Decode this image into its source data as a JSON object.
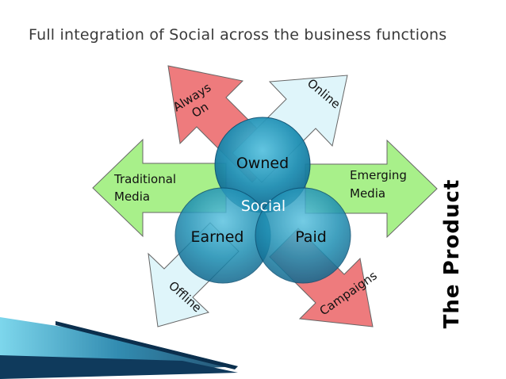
{
  "title": "Full integration of Social across the business functions",
  "arrows": {
    "always_on": [
      "Always",
      "On"
    ],
    "online": "Online",
    "traditional_media": [
      "Traditional",
      "Media"
    ],
    "emerging_media": [
      "Emerging",
      "Media"
    ],
    "offline": "Offline",
    "campaigns": "Campaigns"
  },
  "circles": {
    "owned": "Owned",
    "earned": "Earned",
    "paid": "Paid",
    "center": "Social"
  },
  "side_label": "The Product",
  "colors": {
    "green_arrow": "#a8f08a",
    "red_arrow": "#ee7b7d",
    "light_blue_arrow": "#dff5fa",
    "circle_blue": "#1e8db0",
    "footer_dark": "#103f63",
    "footer_accent": "#2aa7c9"
  }
}
